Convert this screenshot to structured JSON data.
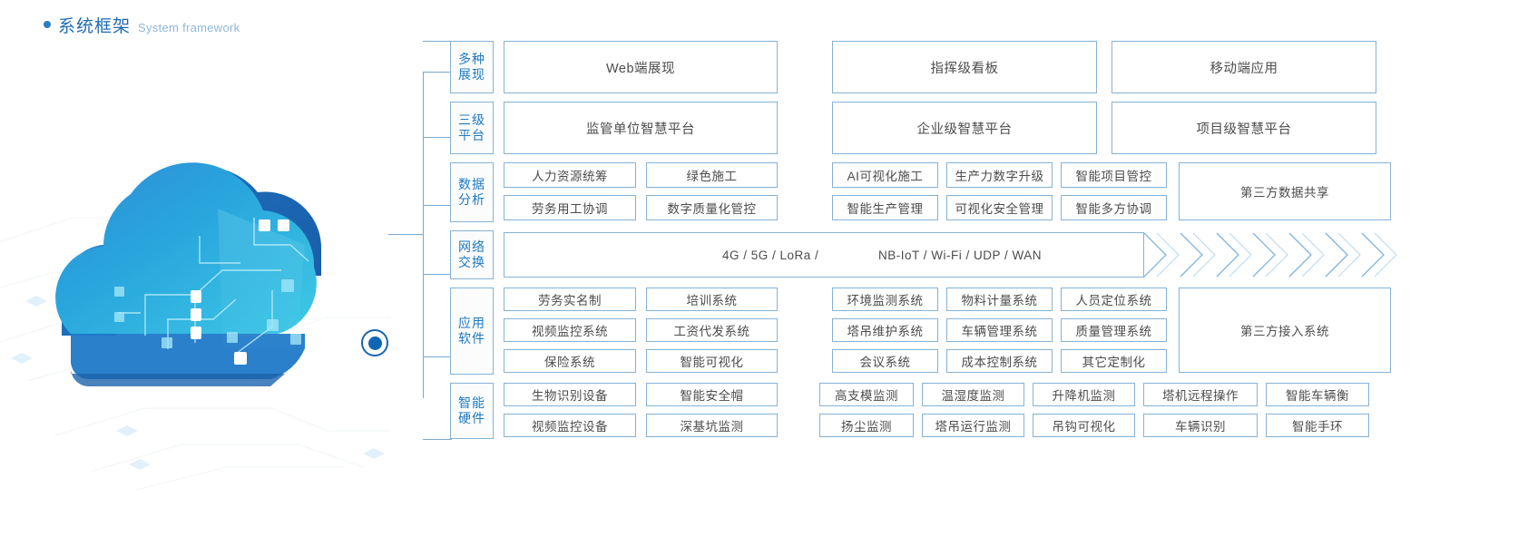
{
  "header": {
    "bullet": "bullet-dot",
    "title_zh": "系统框架",
    "title_en": "System framework"
  },
  "illustration": {
    "name": "cloud-computing-illustration",
    "node_label": "connection-node"
  },
  "rows": [
    {
      "category": [
        "多种",
        "展现"
      ],
      "left": [
        [
          "Web端展现"
        ]
      ],
      "right": [
        [
          "指挥级看板"
        ],
        [
          "移动端应用"
        ]
      ]
    },
    {
      "category": [
        "三级",
        "平台"
      ],
      "left": [
        [
          "监管单位智慧平台"
        ]
      ],
      "right": [
        [
          "企业级智慧平台"
        ],
        [
          "项目级智慧平台"
        ]
      ]
    },
    {
      "category": [
        "数据",
        "分析"
      ],
      "left": [
        [
          "人力资源统筹",
          "劳务用工协调"
        ],
        [
          "绿色施工",
          "数字质量化管控"
        ]
      ],
      "right": [
        [
          "AI可视化施工",
          "智能生产管理"
        ],
        [
          "生产力数字升级",
          "可视化安全管理"
        ],
        [
          "智能项目管控",
          "智能多方协调"
        ]
      ],
      "aside": "第三方数据共享"
    },
    {
      "category": [
        "网络",
        "交换"
      ],
      "band": [
        "4G / 5G / LoRa /",
        "NB-IoT / Wi-Fi / UDP / WAN"
      ],
      "arrows": 7
    },
    {
      "category": [
        "应用",
        "软件"
      ],
      "left": [
        [
          "劳务实名制",
          "视频监控系统",
          "保险系统"
        ],
        [
          "培训系统",
          "工资代发系统",
          "智能可视化"
        ]
      ],
      "right": [
        [
          "环境监测系统",
          "塔吊维护系统",
          "会议系统"
        ],
        [
          "物料计量系统",
          "车辆管理系统",
          "成本控制系统"
        ],
        [
          "人员定位系统",
          "质量管理系统",
          "其它定制化"
        ]
      ],
      "aside": "第三方接入系统"
    },
    {
      "category": [
        "智能",
        "硬件"
      ],
      "left": [
        [
          "生物识别设备",
          "视频监控设备"
        ],
        [
          "智能安全帽",
          "深基坑监测"
        ]
      ],
      "right": [
        [
          "高支模监测",
          "扬尘监测"
        ],
        [
          "温湿度监测",
          "塔吊运行监测"
        ],
        [
          "升降机监测",
          "吊钩可视化"
        ],
        [
          "塔机远程操作",
          "车辆识别"
        ],
        [
          "智能车辆衡",
          "智能手环"
        ]
      ]
    }
  ],
  "colors": {
    "border": "#85b2d6",
    "category_text": "#1d79c4",
    "cell_text": "#4c4c4c",
    "title": "#1d6ab0",
    "subtitle": "#8fb7d8",
    "accent": "#0f66b5"
  }
}
